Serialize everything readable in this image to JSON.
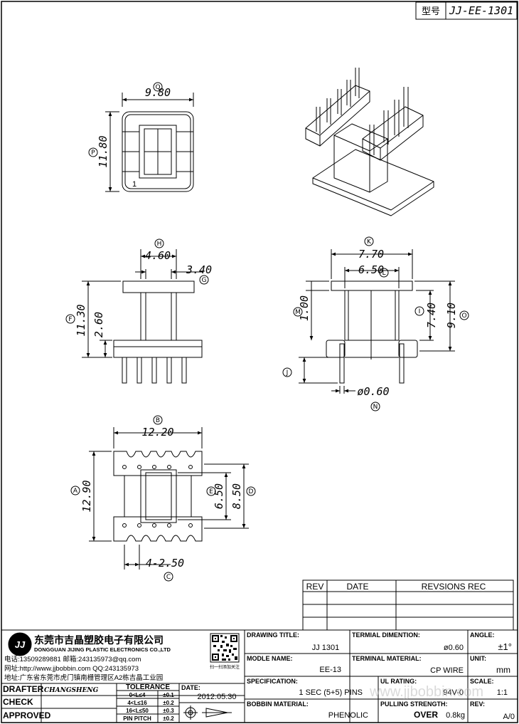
{
  "header": {
    "model_label": "型号",
    "model_value": "JJ-EE-1301"
  },
  "views": {
    "top": {
      "width": "9.80",
      "height": "11.80",
      "tag_width": "Q",
      "tag_height": "P",
      "pin1": "1"
    },
    "front": {
      "top_width": "4.60",
      "inner_width": "3.40",
      "total_height": "11.30",
      "base_height": "2.60",
      "tag_top": "H",
      "tag_inner": "G",
      "tag_total": "F"
    },
    "side": {
      "outer_width": "7.70",
      "inner_width": "6.50",
      "flange": "1.00",
      "inner_height": "7.40",
      "total_height": "9.10",
      "pin_dia": "ø0.60",
      "tag_outer": "K",
      "tag_inner": "L",
      "tag_flange": "M",
      "tag_inner_h": "I",
      "tag_total": "O",
      "tag_pin": "N",
      "tag_pin_len": "J"
    },
    "bottom": {
      "width": "12.20",
      "height": "12.90",
      "inner_h": "6.50",
      "outer_h": "8.50",
      "pitch": "4-2.50",
      "tag_width": "B",
      "tag_height": "A",
      "tag_inner": "E",
      "tag_outer": "D",
      "tag_pitch": "C"
    }
  },
  "revisions": {
    "headers": [
      "REV",
      "DATE",
      "REVSIONS REC"
    ]
  },
  "company": {
    "logo": "JJ",
    "name_cn": "东莞市吉晶塑胶电子有限公司",
    "name_en": "DONGGUAN JIJING PLASTIC ELECTRONICS CO.,LTD",
    "contact1": "电话:13509289881  邮箱:243135973@qq.com",
    "contact2": "网址:http://www.jjbobbin.com  QQ:243135973",
    "contact3": "地址:广东省东莞市虎门镇南栅管理区A2栋吉晶工业园",
    "qr_caption": "扫一扫添加关注"
  },
  "titleblock": {
    "drawing_title_label": "DRAWING TITLE:",
    "drawing_title": "JJ  1301",
    "terminal_dim_label": "TERMIAL DIMENTION:",
    "terminal_dim": "ø0.60",
    "angle_label": "ANGLE:",
    "angle": "±1°",
    "model_name_label": "MODLE NAME:",
    "model_name": "EE-13",
    "terminal_material_label": "TERMINAL MATERIAL:",
    "terminal_material": "CP WIRE",
    "unit_label": "UNIT:",
    "unit": "mm",
    "spec_label": "SPECIFICATION:",
    "spec": "1 SEC (5+5) PINS",
    "ul_label": "UL RATING:",
    "ul": "94V-0",
    "scale_label": "SCALE:",
    "scale": "1:1",
    "bobbin_label": "BOBBIN  MATERIAL:",
    "bobbin": "PHENOLIC",
    "pull_label": "PULLING STRENGTH:",
    "pull_over": "OVER",
    "pull_val": "0.8kg",
    "rev_label": "REV:",
    "rev": "A/0",
    "drafter_label": "DRAFTER",
    "drafter": "CHANGSHENG",
    "check_label": "CHECK",
    "approved_label": "APPROVED",
    "tolerance_label": "TOLERANCE",
    "tol_rows": [
      [
        "0<L≤4",
        "±0.1"
      ],
      [
        "4<L≤16",
        "±0.2"
      ],
      [
        "16<L≤50",
        "±0.3"
      ],
      [
        "PIN PITCH",
        "±0.2"
      ]
    ],
    "date_label": "DATE:",
    "date": "2012.05.30"
  },
  "watermark": "www.jjbobbin.com"
}
